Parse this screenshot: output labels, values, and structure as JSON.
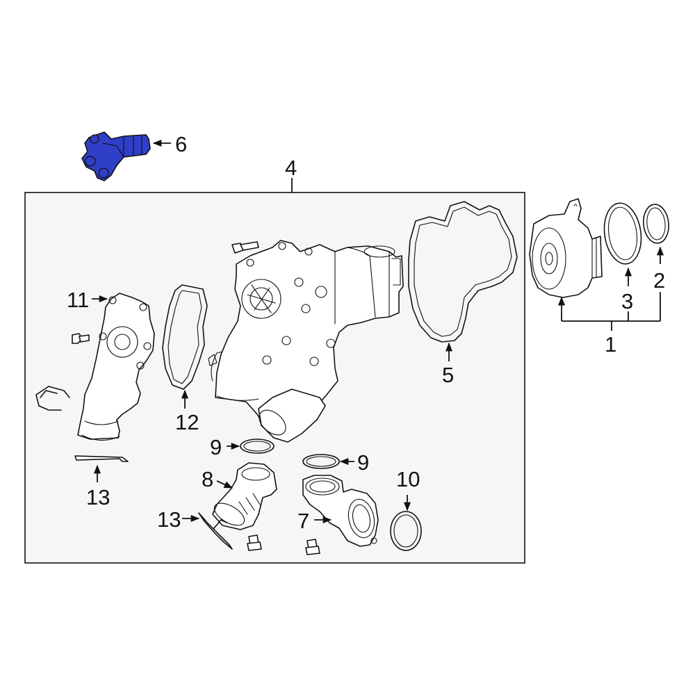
{
  "diagram": {
    "highlight_color": "#2f3fc8",
    "outline_color": "#111111",
    "callouts": {
      "c1": "1",
      "c2": "2",
      "c3": "3",
      "c4": "4",
      "c5": "5",
      "c6": "6",
      "c7": "7",
      "c8": "8",
      "c9a": "9",
      "c9b": "9",
      "c10": "10",
      "c11": "11",
      "c12": "12",
      "c13a": "13",
      "c13b": "13"
    }
  }
}
